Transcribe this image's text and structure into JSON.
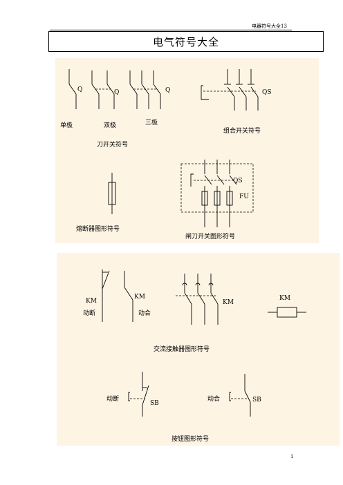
{
  "header": {
    "running_title": "电器符号大全13"
  },
  "title": "电气符号大全",
  "panel1": {
    "knife": {
      "label_q": "Q",
      "single": "单极",
      "double": "双极",
      "triple": "三极",
      "caption": "刀开关符号"
    },
    "combo": {
      "tag": "QS",
      "caption": "组合开关符号"
    },
    "fuse": {
      "caption": "熔断器图形符号"
    },
    "knife_fuse": {
      "tag_qs": "QS",
      "tag_fu": "FU",
      "caption": "闸刀开关图形符号"
    }
  },
  "panel2": {
    "contact": {
      "tag": "KM",
      "nc": "动断",
      "no": "动合"
    },
    "main_contact": {
      "tag": "KM"
    },
    "coil": {
      "tag": "KM"
    },
    "contactor_caption": "交流接触器图形符号",
    "button_nc": {
      "label": "动断",
      "tag": "SB"
    },
    "button_no": {
      "label": "动合",
      "tag": "SB"
    },
    "button_caption": "按钮图形符号"
  },
  "footer": {
    "page_number": "1"
  }
}
